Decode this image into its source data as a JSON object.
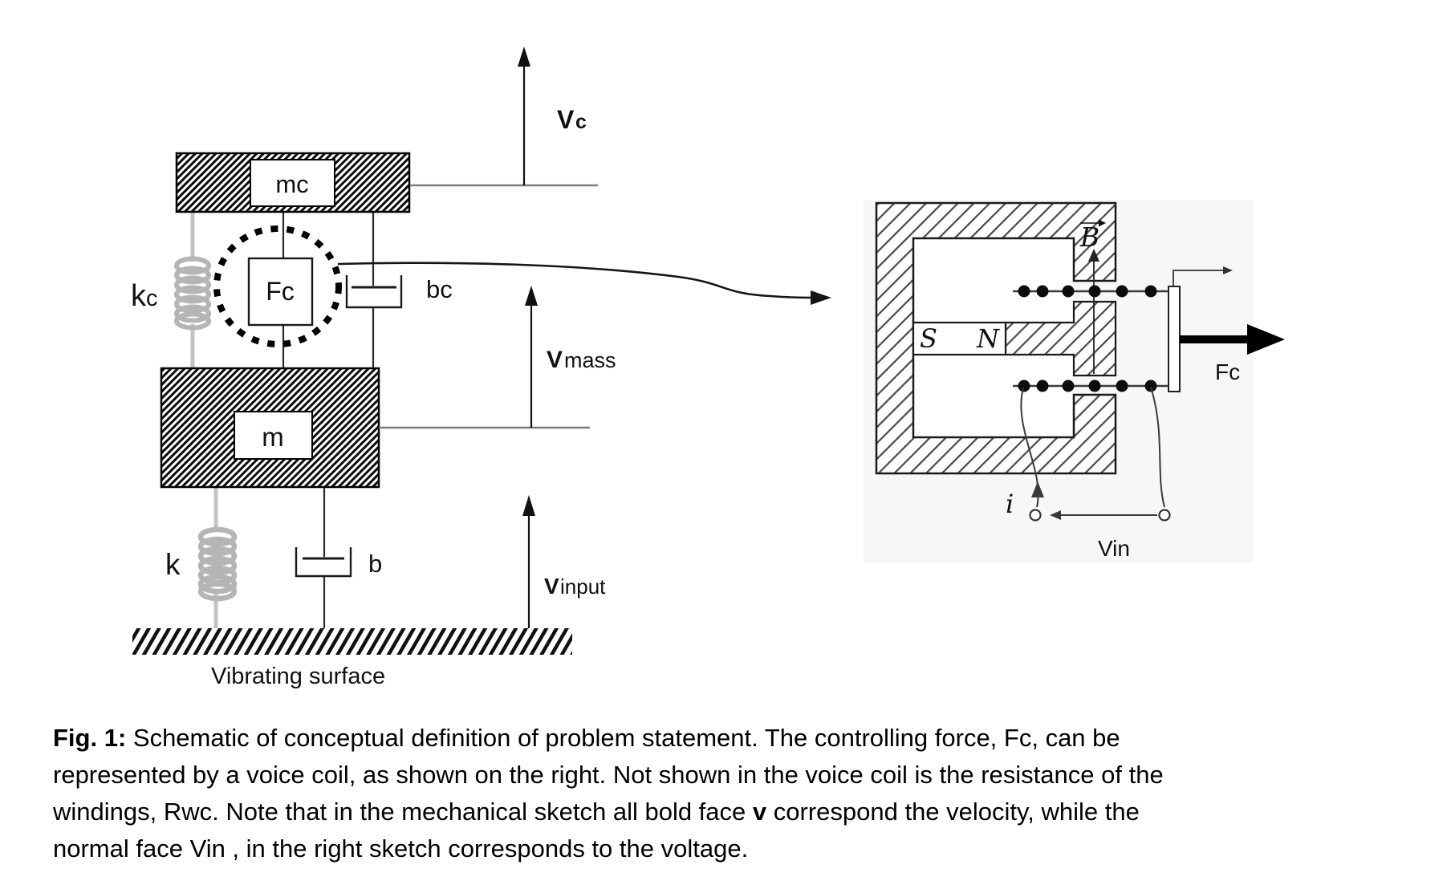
{
  "figure": {
    "mech": {
      "mass_top_label": "mc",
      "mass_main_label": "m",
      "force_label": "Fc",
      "spring_top_main": "k",
      "spring_top_sub": "c",
      "damper_top_label": "bc",
      "spring_bottom_label": "k",
      "damper_bottom_label": "b",
      "vc_v": "V",
      "vc_sub": "c",
      "vmass_v": "V",
      "vmass_rest": "mass",
      "vinput_v": "V",
      "vinput_rest": "input",
      "ground_label": "Vibrating surface"
    },
    "coil": {
      "pole_s": "S",
      "pole_n": "N",
      "field_label": "B",
      "current_label": "i",
      "voltage_label": "Vin",
      "force_label": "Fc"
    },
    "colors": {
      "ink": "#111111",
      "gray_link": "#c3c3c3",
      "spring_gray": "#b5b5b5",
      "baseline_gray": "#7d7d7d",
      "coil_backdrop": "#f7f7f7"
    }
  },
  "caption": {
    "lines": [
      [
        {
          "t": "Fig. 1:",
          "b": true
        },
        {
          "t": " Schematic of conceptual definition of problem statement. The controlling force, Fc, can be"
        }
      ],
      [
        {
          "t": "represented by a voice coil, as shown on the right. Not shown in the voice coil is the resistance of the"
        }
      ],
      [
        {
          "t": "windings, Rwc. Note that in the mechanical sketch all bold face "
        },
        {
          "t": "v",
          "b": true
        },
        {
          "t": " correspond the velocity, while the"
        }
      ],
      [
        {
          "t": "normal face Vin , in the  right sketch corresponds to the voltage."
        }
      ]
    ]
  }
}
